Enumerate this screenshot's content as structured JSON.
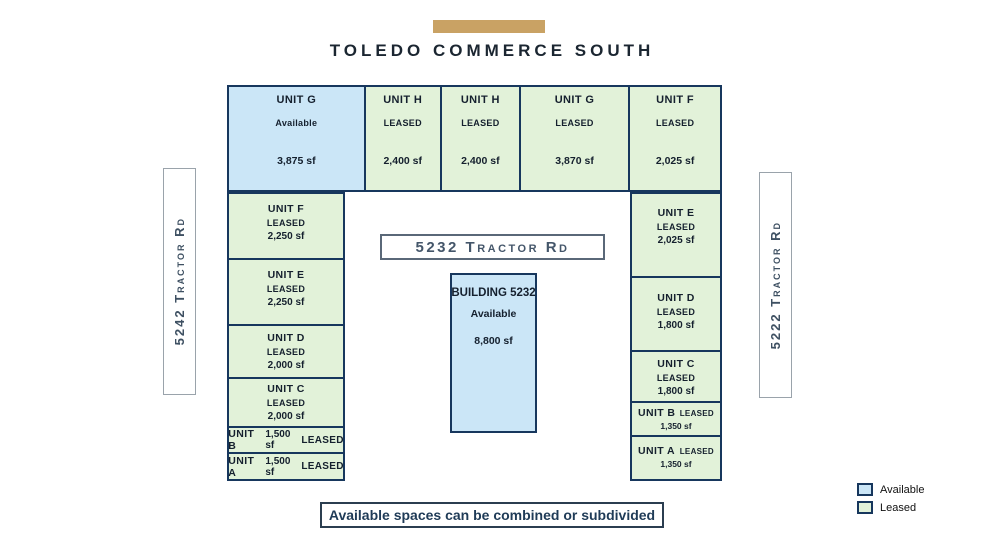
{
  "title": "TOLEDO COMMERCE SOUTH",
  "banner_text": "Available spaces can be combined or subdivided",
  "roads": {
    "left": "5242 Tractor Rd",
    "center": "5232 Tractor Rd",
    "right": "5222 Tractor Rd"
  },
  "building5232": {
    "name": "BUILDING 5232",
    "status": "Available",
    "size": "8,800 sf"
  },
  "top_row": [
    {
      "name": "UNIT G",
      "status": "Available",
      "size": "3,875 sf",
      "state": "available"
    },
    {
      "name": "UNIT H",
      "status": "LEASED",
      "size": "2,400 sf",
      "state": "leased"
    },
    {
      "name": "UNIT H",
      "status": "LEASED",
      "size": "2,400 sf",
      "state": "leased"
    },
    {
      "name": "UNIT G",
      "status": "LEASED",
      "size": "3,870 sf",
      "state": "leased"
    },
    {
      "name": "UNIT F",
      "status": "LEASED",
      "size": "2,025 sf",
      "state": "leased"
    }
  ],
  "left_column": {
    "stacked": [
      {
        "name": "UNIT F",
        "status": "LEASED",
        "size": "2,250 sf"
      },
      {
        "name": "UNIT E",
        "status": "LEASED",
        "size": "2,250 sf"
      },
      {
        "name": "UNIT D",
        "status": "LEASED",
        "size": "2,000 sf"
      },
      {
        "name": "UNIT C",
        "status": "LEASED",
        "size": "2,000 sf"
      }
    ],
    "inline": [
      {
        "name": "UNIT B",
        "size": "1,500 sf",
        "status": "LEASED"
      },
      {
        "name": "UNIT A",
        "size": "1,500 sf",
        "status": "LEASED"
      }
    ]
  },
  "right_column": {
    "stacked": [
      {
        "name": "UNIT E",
        "status": "LEASED",
        "size": "2,025 sf"
      },
      {
        "name": "UNIT D",
        "status": "LEASED",
        "size": "1,800 sf"
      },
      {
        "name": "UNIT C",
        "status": "LEASED",
        "size": "1,800 sf"
      }
    ],
    "compact": [
      {
        "name": "UNIT B",
        "status": "LEASED",
        "size": "1,350 sf"
      },
      {
        "name": "UNIT A",
        "status": "LEASED",
        "size": "1,350 sf"
      }
    ]
  },
  "legend": [
    {
      "label": "Available",
      "color": "#cbe6f7"
    },
    {
      "label": "Leased",
      "color": "#e2f2d9"
    }
  ],
  "colors": {
    "available_fill": "#cbe6f7",
    "leased_fill": "#e2f2d9",
    "border_navy": "#17375d",
    "accent_tan": "#c9a264"
  }
}
